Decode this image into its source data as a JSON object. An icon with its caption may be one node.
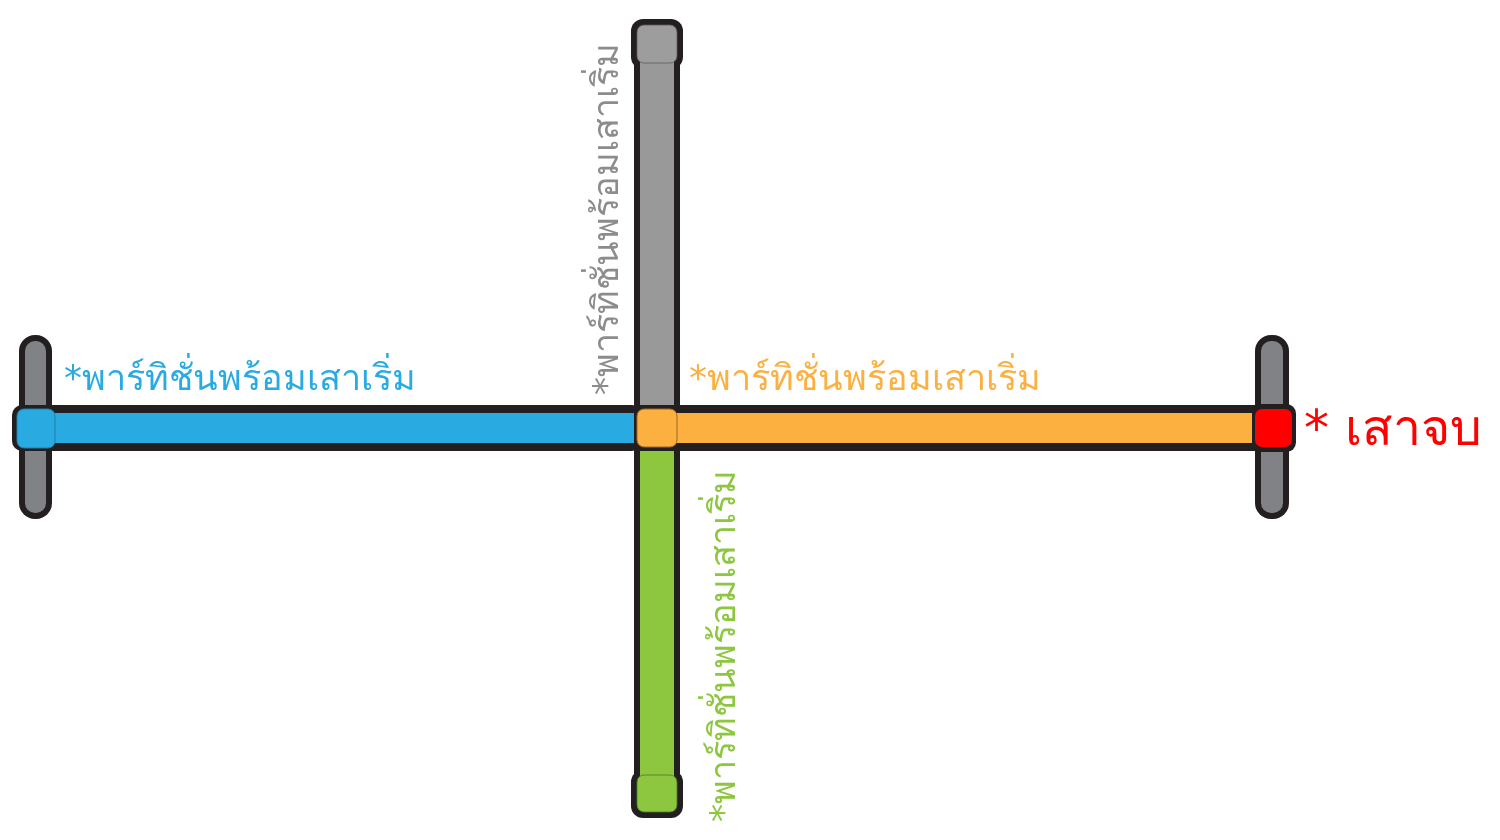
{
  "diagram": {
    "nodes": [
      {
        "text": [],
        "shape": "bar",
        "beside": [
          "*พาร์ทิชั่นพร้อมเสาเริ่ม"
        ]
      },
      {
        "text": [],
        "shape": "bar"
      },
      {
        "text": [],
        "shape": "bar",
        "beside": [
          "*พาร์ทิชั่นพร้อมเสาเริ่ม"
        ]
      },
      {
        "text": [],
        "shape": "bar",
        "beside": [
          "*พาร์ทิชั่นพร้อมเสาเริ่ม"
        ]
      },
      {
        "text": [],
        "shape": "box",
        "beside": [
          "* เสาจบ"
        ]
      },
      {
        "text": [],
        "shape": "bar",
        "beside": [
          "*พาร์ทิชั่นพร้อมเสาเริ่ม"
        ]
      }
    ]
  }
}
